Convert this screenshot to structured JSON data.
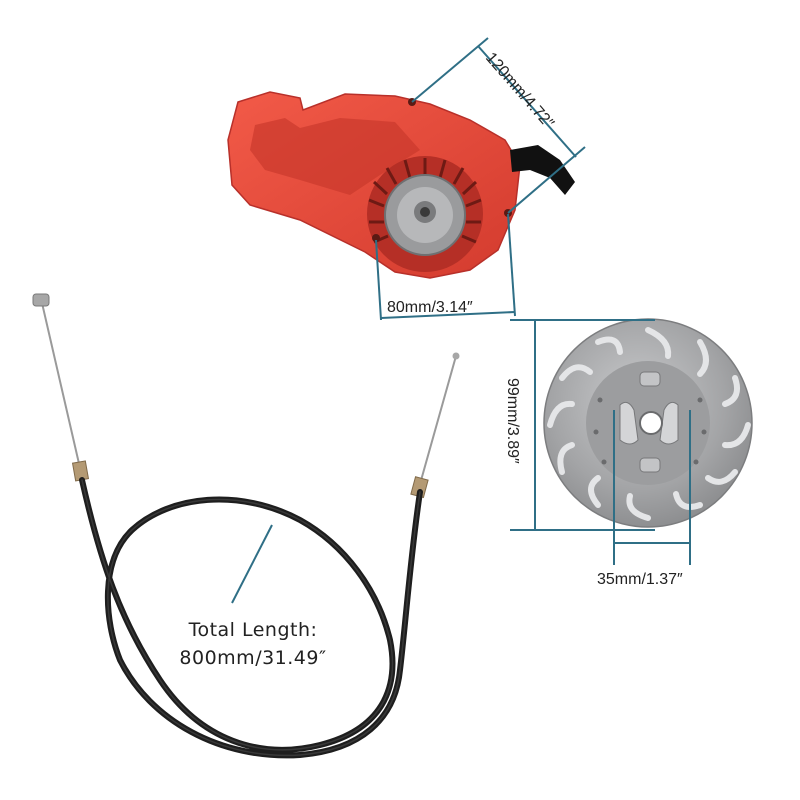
{
  "dimensions": {
    "starter_height": "120mm/4.72″",
    "starter_width": "80mm/3.14″",
    "flywheel_height": "99mm/3.89″",
    "flywheel_hub": "35mm/1.37″",
    "cable_label_line1": "Total Length:",
    "cable_label_line2": "800mm/31.49″"
  },
  "colors": {
    "dimension_line": "#2f6f86",
    "starter_body": "#e8483a",
    "flywheel": "#a9aaac",
    "cable": "#1e1e1e"
  }
}
